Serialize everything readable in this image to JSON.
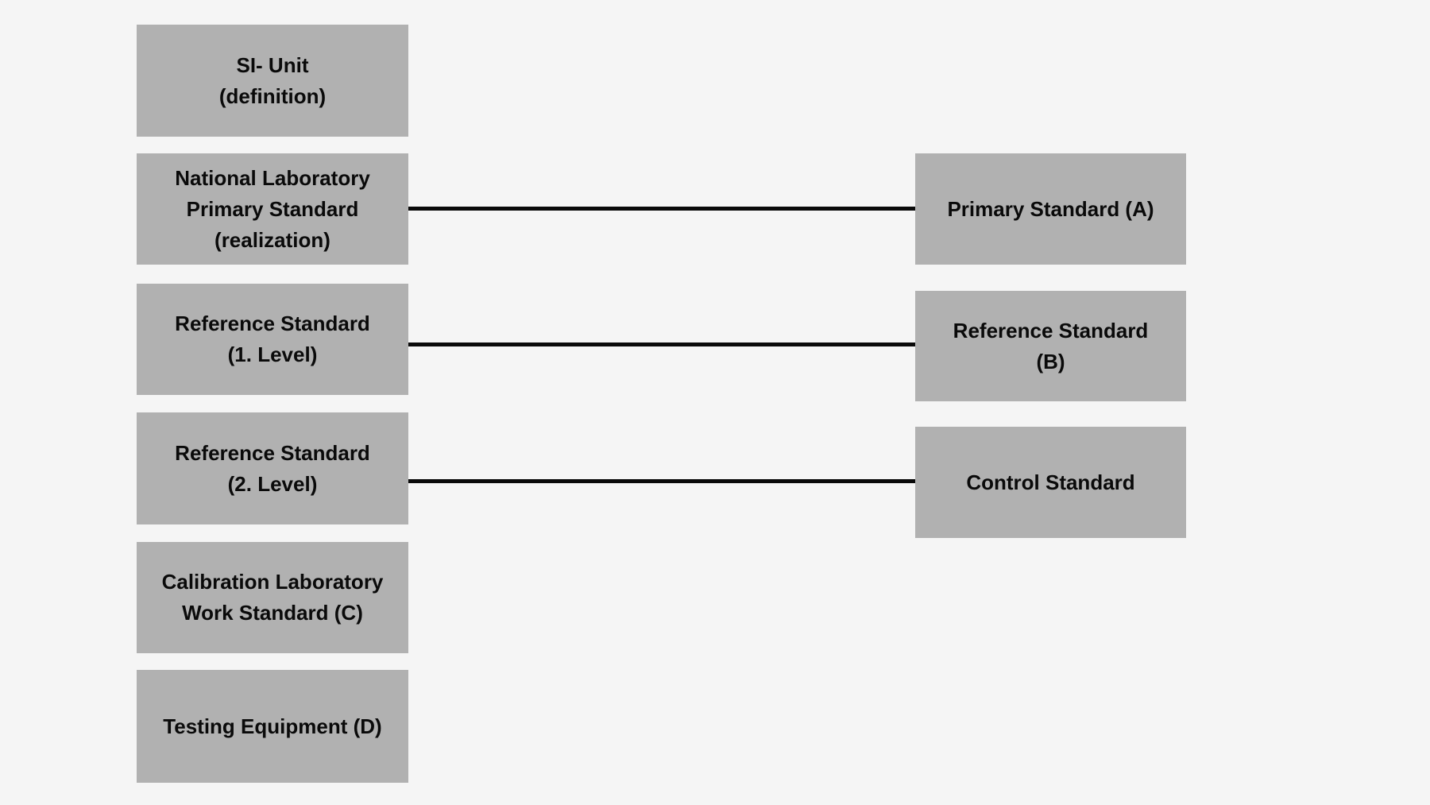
{
  "colors": {
    "background": "#f5f5f5",
    "box_fill": "#b1b1b1",
    "text": "#0a0a0a",
    "connector": "#0a0a0a"
  },
  "diagram": {
    "type": "calibration-traceability-hierarchy",
    "left_column": {
      "si_unit": {
        "text": "SI- Unit\n(definition)"
      },
      "national_lab": {
        "text": "National Laboratory\nPrimary Standard\n(realization)"
      },
      "ref_std_1": {
        "text": "Reference Standard\n(1. Level)"
      },
      "ref_std_2": {
        "text": "Reference Standard\n(2. Level)"
      },
      "cal_lab": {
        "text": "Calibration Laboratory\nWork Standard (C)"
      },
      "testing_equipment": {
        "text": "Testing Equipment (D)"
      }
    },
    "right_column": {
      "primary_std_a": {
        "text": "Primary Standard (A)"
      },
      "ref_std_b": {
        "text": "Reference Standard\n(B)"
      },
      "control_std": {
        "text": "Control Standard"
      }
    },
    "connectors": [
      {
        "from": "national_lab",
        "to": "primary_std_a"
      },
      {
        "from": "ref_std_1",
        "to": "ref_std_b"
      },
      {
        "from": "ref_std_2",
        "to": "control_std"
      }
    ]
  }
}
